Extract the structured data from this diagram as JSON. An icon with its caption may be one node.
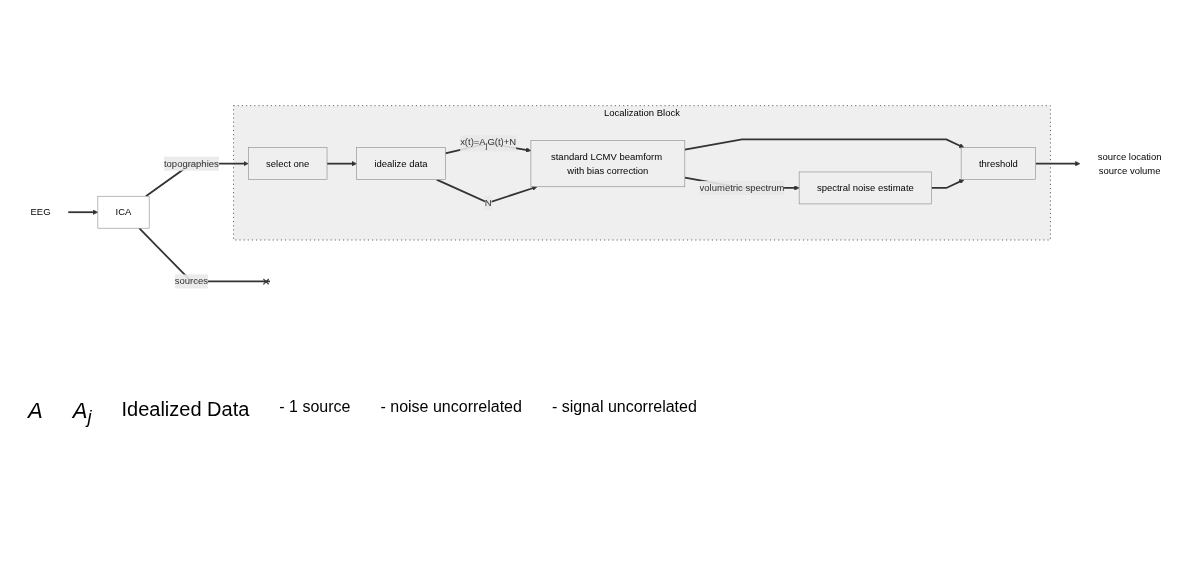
{
  "diagram": {
    "nodes": [
      {
        "text": [
          "Localization Block"
        ]
      },
      {
        "text": [
          "EEG"
        ]
      },
      {
        "text": [
          "ICA"
        ]
      },
      {
        "text": [
          "select one"
        ],
        "in": 0
      },
      {
        "text": [
          "idealize data"
        ],
        "in": 0
      },
      {
        "text": [
          "standard LCMV beamform with bias correction"
        ],
        "in": 0
      },
      {
        "text": [
          "spectral noise estimate"
        ],
        "in": 0
      },
      {
        "text": [
          "threshold"
        ],
        "in": 0
      },
      {
        "text": [
          "source location",
          "source volume"
        ]
      }
    ],
    "edges": [
      {
        "from": 1,
        "to": 2,
        "arrow": "to"
      },
      {
        "from": 2,
        "to": 3,
        "arrow": "to",
        "label": "topographies"
      },
      {
        "from": 2,
        "to": null,
        "arrow": "other",
        "label": "sources"
      },
      {
        "from": 3,
        "to": 4,
        "arrow": "to"
      },
      {
        "from": 4,
        "to": 5,
        "arrow": "to",
        "label": "x(t)=A$_{j}$G(t)+N"
      },
      {
        "from": 4,
        "to": 5,
        "arrow": "to",
        "label": "N"
      },
      {
        "from": 5,
        "to": 6,
        "arrow": "to",
        "label": "volumetric spectrum"
      },
      {
        "from": 5,
        "to": 7,
        "arrow": "to"
      },
      {
        "from": 6,
        "to": 7,
        "arrow": "to"
      },
      {
        "from": 7,
        "to": 8,
        "arrow": "to"
      }
    ],
    "labels": [
      "A",
      "A$_{j}$",
      "Idealized Data",
      "- 1 source",
      "- noise uncorrelated",
      "- signal uncorrelated"
    ]
  }
}
